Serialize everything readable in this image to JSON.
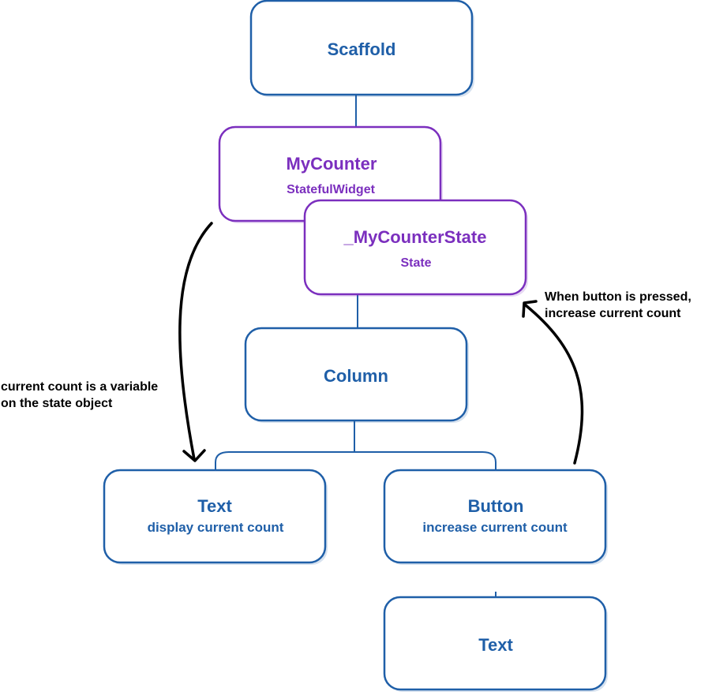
{
  "nodes": {
    "scaffold": {
      "title": "Scaffold"
    },
    "my_counter": {
      "title": "MyCounter",
      "subtitle": "StatefulWidget"
    },
    "my_counter_state": {
      "title": "_MyCounterState",
      "subtitle": "State"
    },
    "column": {
      "title": "Column"
    },
    "text_display": {
      "title": "Text",
      "subtitle": "display current count"
    },
    "button": {
      "title": "Button",
      "subtitle": "increase current count"
    },
    "text_child": {
      "title": "Text"
    }
  },
  "annotations": {
    "left": [
      "current count is a variable",
      "on the state object"
    ],
    "right": [
      "When button is pressed,",
      "increase current count"
    ]
  },
  "colors": {
    "widget": "#1f5fa8",
    "state": "#7b2fbe",
    "arrow": "#000000"
  }
}
